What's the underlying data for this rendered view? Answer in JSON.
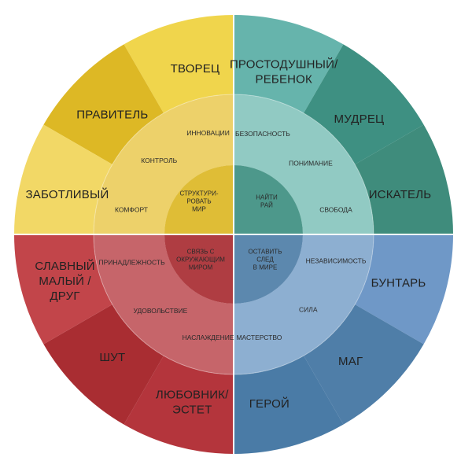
{
  "colors": {
    "background": "#ffffff",
    "yellow": [
      "#f0d54c",
      "#ddb825",
      "#f2d866",
      "#e8c440"
    ],
    "teal": [
      "#66b4ac",
      "#3e9082",
      "#3f8c7c",
      "#72bbb2"
    ],
    "blue": [
      "#6f98c7",
      "#4f7ea8",
      "#4a7ba6",
      "#6e99c4"
    ],
    "red": [
      "#b4353c",
      "#a92d32",
      "#c2454a",
      "#b63a40"
    ],
    "divider": "#ffffff"
  },
  "quadrants": [
    {
      "key": "yellow",
      "inner": {
        "lines": [
          "СТРУКТУРИ-",
          "РОВАТЬ",
          "МИР"
        ]
      },
      "middle": [
        {
          "text": "ИННОВАЦИИ"
        },
        {
          "text": "КОНТРОЛЬ"
        },
        {
          "text": "КОМФОРТ"
        }
      ],
      "outer": [
        {
          "lines": [
            "ТВОРЕЦ"
          ]
        },
        {
          "lines": [
            "ПРАВИТЕЛЬ"
          ]
        },
        {
          "lines": [
            "ЗАБОТЛИВЫЙ"
          ]
        }
      ]
    },
    {
      "key": "teal",
      "inner": {
        "lines": [
          "НАЙТИ",
          "РАЙ"
        ]
      },
      "middle": [
        {
          "text": "БЕЗОПАСНОСТЬ"
        },
        {
          "text": "ПОНИМАНИЕ"
        },
        {
          "text": "СВОБОДА"
        }
      ],
      "outer": [
        {
          "lines": [
            "ПРОСТОДУШНЫЙ/",
            "РЕБЕНОК"
          ]
        },
        {
          "lines": [
            "МУДРЕЦ"
          ]
        },
        {
          "lines": [
            "ИСКАТЕЛЬ"
          ]
        }
      ]
    },
    {
      "key": "blue",
      "inner": {
        "lines": [
          "ОСТАВИТЬ",
          "СЛЕД",
          "В МИРЕ"
        ]
      },
      "middle": [
        {
          "text": "НЕЗАВИСИМОСТЬ"
        },
        {
          "text": "СИЛА"
        },
        {
          "text": "МАСТЕРСТВО"
        }
      ],
      "outer": [
        {
          "lines": [
            "БУНТАРЬ"
          ]
        },
        {
          "lines": [
            "МАГ"
          ]
        },
        {
          "lines": [
            "ГЕРОЙ"
          ]
        }
      ]
    },
    {
      "key": "red",
      "inner": {
        "lines": [
          "СВЯЗЬ С",
          "ОКРУЖАЮЩИМ",
          "МИРОМ"
        ]
      },
      "middle": [
        {
          "text": "НАСЛАЖДЕНИЕ"
        },
        {
          "text": "УДОВОЛЬСТВИЕ"
        },
        {
          "text": "ПРИНАДЛЕЖНОСТЬ"
        }
      ],
      "outer": [
        {
          "lines": [
            "ЛЮБОВНИК/",
            "ЭСТЕТ"
          ]
        },
        {
          "lines": [
            "ШУТ"
          ]
        },
        {
          "lines": [
            "СЛАВНЫЙ",
            "МАЛЫЙ /",
            "ДРУГ"
          ]
        }
      ]
    }
  ]
}
